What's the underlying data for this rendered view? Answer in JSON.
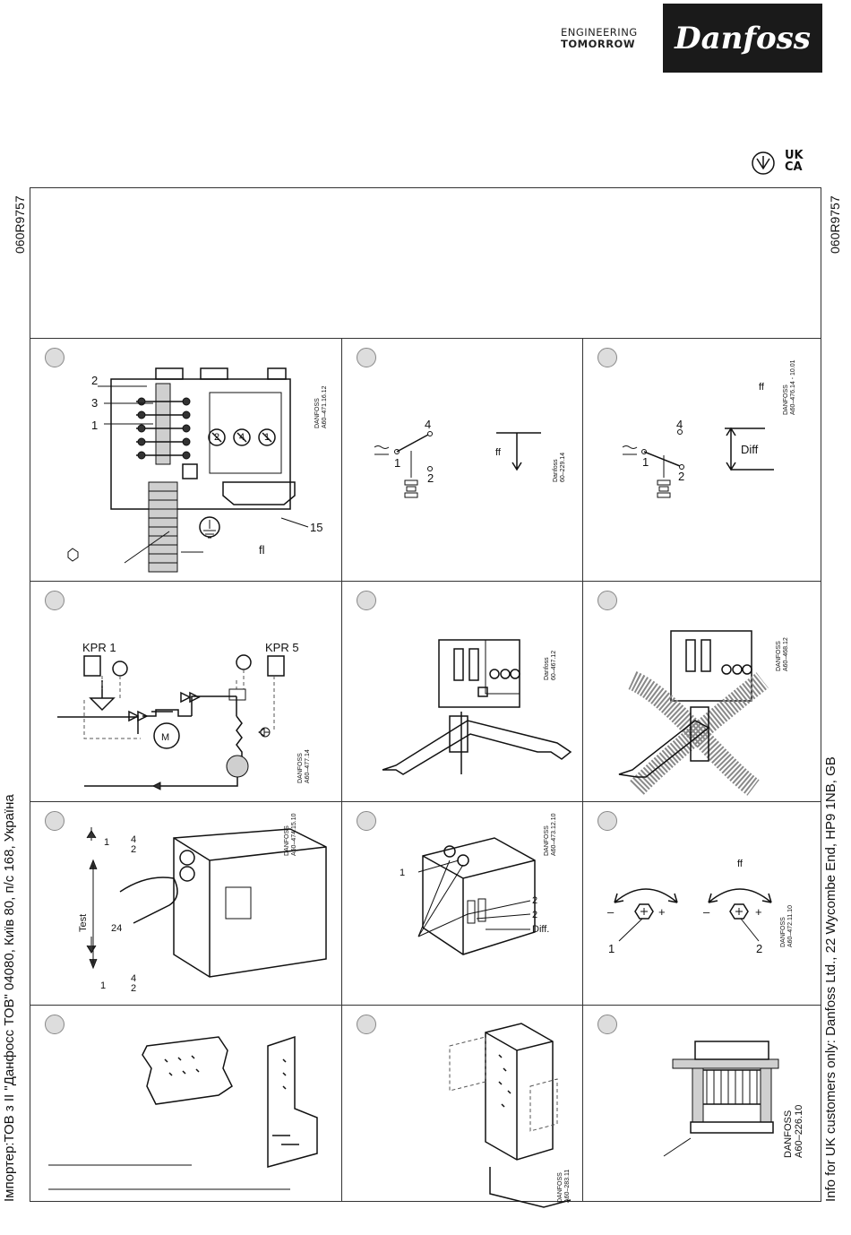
{
  "header": {
    "tagline_line1": "ENGINEERING",
    "tagline_line2": "TOMORROW",
    "logo": "Danfoss",
    "marks": [
      "UK",
      "CA"
    ]
  },
  "side": {
    "code": "060R9757",
    "importer": "Імпортер:ТОВ з ІІ \"Данфосс ТОВ\" 04080, Київ 80, п/с 168, Україна",
    "uk_info": "Info for UK customers only: Danfoss Ltd., 22 Wycombe End, HP9 1NB, GB"
  },
  "panels": {
    "p1": {
      "labels": [
        "2",
        "3",
        "1",
        "2",
        "4",
        "1",
        "15"
      ],
      "code": [
        "DANFOSS",
        "A60–471.16.12"
      ],
      "fl": "fl"
    },
    "p2": {
      "labels": [
        "4",
        "1",
        "2"
      ],
      "ff": "ff",
      "code": [
        "Danfoss",
        "60–229.14"
      ]
    },
    "p3": {
      "labels": [
        "4",
        "1",
        "2"
      ],
      "ff": "ff",
      "diff": "Diff",
      "code": [
        "DANFOSS",
        "A60–476.14 - 10.01"
      ]
    },
    "p4": {
      "kpr1": "KPR 1",
      "kpr5": "KPR 5",
      "m": "M",
      "code": [
        "DANFOSS",
        "A60–477.14"
      ]
    },
    "p5": {
      "code": [
        "Danfoss",
        "60–467.12"
      ]
    },
    "p6": {
      "code": [
        "DANFOSS",
        "A60–468.12"
      ]
    },
    "p7": {
      "test": "Test",
      "labels": [
        "1",
        "4",
        "2",
        "24",
        "1",
        "4",
        "2"
      ],
      "code": [
        "DANFOSS",
        "A60–474.15.10"
      ]
    },
    "p8": {
      "labels": [
        "1",
        "2",
        "2"
      ],
      "diff": "Diff.",
      "code": [
        "DANFOSS",
        "A60–473.12.10"
      ]
    },
    "p9": {
      "ff": "ff",
      "labels": [
        "1",
        "2"
      ],
      "signs": [
        "–",
        "+",
        "–",
        "+"
      ],
      "code": [
        "DANFOSS",
        "A60–472.11.10"
      ]
    },
    "p11": {
      "code": [
        "DANFOSS",
        "A60–283.11"
      ]
    },
    "p12": {
      "code": [
        "DANFOSS",
        "A60–226.10"
      ]
    }
  }
}
